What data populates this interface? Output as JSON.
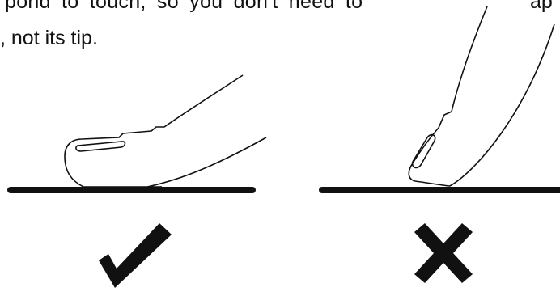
{
  "instruction": {
    "line1": "pond to touch, so you don't need to",
    "line1_tail": "ap",
    "line2": ", not its tip."
  },
  "examples": [
    {
      "name": "finger-pad-on-surface",
      "verdict": "correct",
      "mark": "check-mark-icon"
    },
    {
      "name": "fingertip-on-surface",
      "verdict": "incorrect",
      "mark": "cross-mark-icon"
    }
  ],
  "colors": {
    "ink": "#111111",
    "background": "#ffffff"
  }
}
